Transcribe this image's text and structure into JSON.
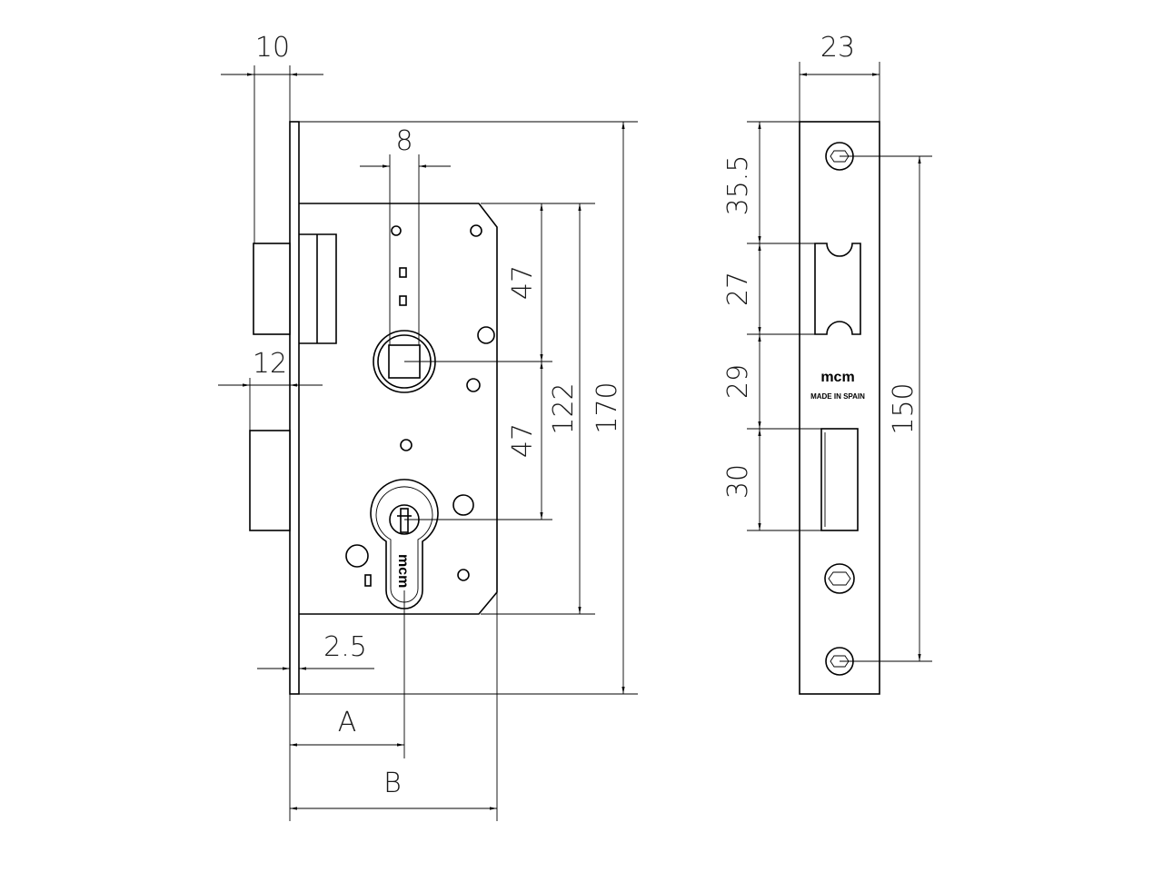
{
  "dimensions": {
    "faceplate_thickness": "10",
    "follower_width": "8",
    "bolt_offset": "12",
    "upper_spacing": "47",
    "lower_spacing": "47",
    "body_height": "122",
    "faceplate_height": "170",
    "plate_offset": "2.5",
    "backset_a": "A",
    "depth_b": "B",
    "strike_width": "23",
    "strike_top": "35.5",
    "strike_latch": "27",
    "strike_gap": "29",
    "strike_bolt": "30",
    "strike_screw_spacing": "150"
  },
  "labels": {
    "brand": "mcm",
    "origin": "MADE IN SPAIN"
  }
}
